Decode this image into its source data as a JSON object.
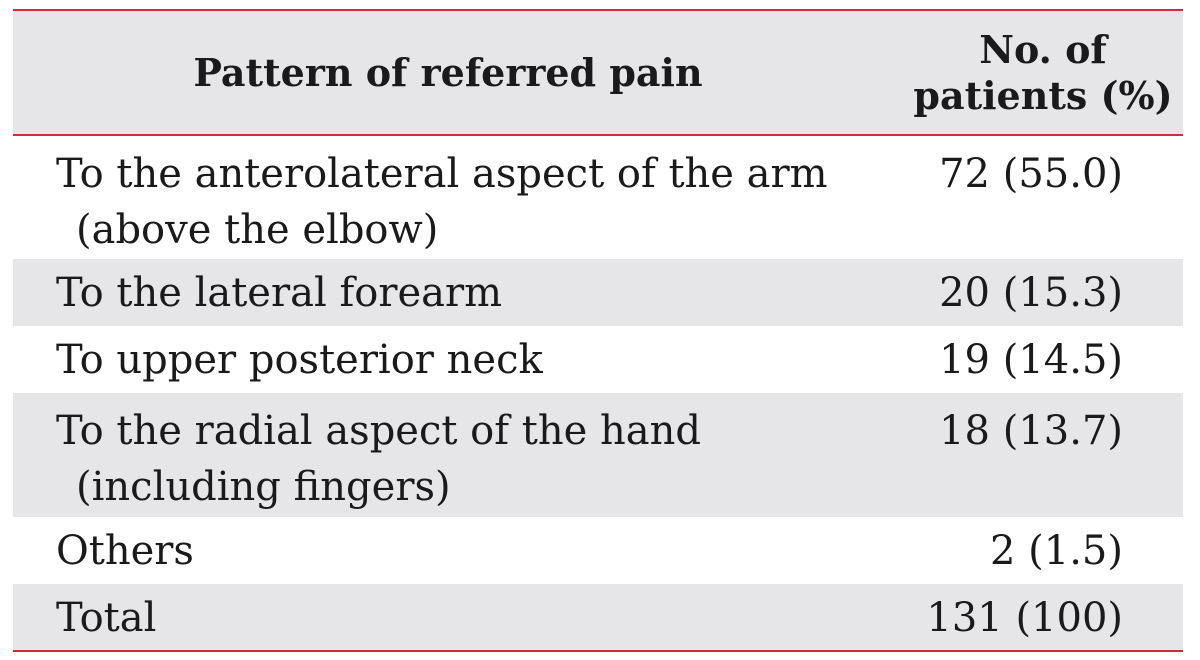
{
  "table": {
    "header": {
      "pattern": "Pattern of referred pain",
      "patients_line1": "No. of",
      "patients_line2": "patients (%)"
    },
    "rows": [
      {
        "label_line1": "To the anterolateral aspect of the arm",
        "label_line2": "(above the elbow)",
        "value": "72 (55.0)"
      },
      {
        "label_line1": "To the lateral forearm",
        "label_line2": "",
        "value": "20 (15.3)"
      },
      {
        "label_line1": "To upper posterior neck",
        "label_line2": "",
        "value": "19 (14.5)"
      },
      {
        "label_line1": "To the radial aspect of the hand",
        "label_line2": "(including fingers)",
        "value": "18 (13.7)"
      },
      {
        "label_line1": "Others",
        "label_line2": "",
        "value": "2 (1.5)"
      },
      {
        "label_line1": "Total",
        "label_line2": "",
        "value": "131 (100)"
      }
    ]
  },
  "colors": {
    "rule": "#c8303a",
    "shade": "#e6e6e8"
  }
}
